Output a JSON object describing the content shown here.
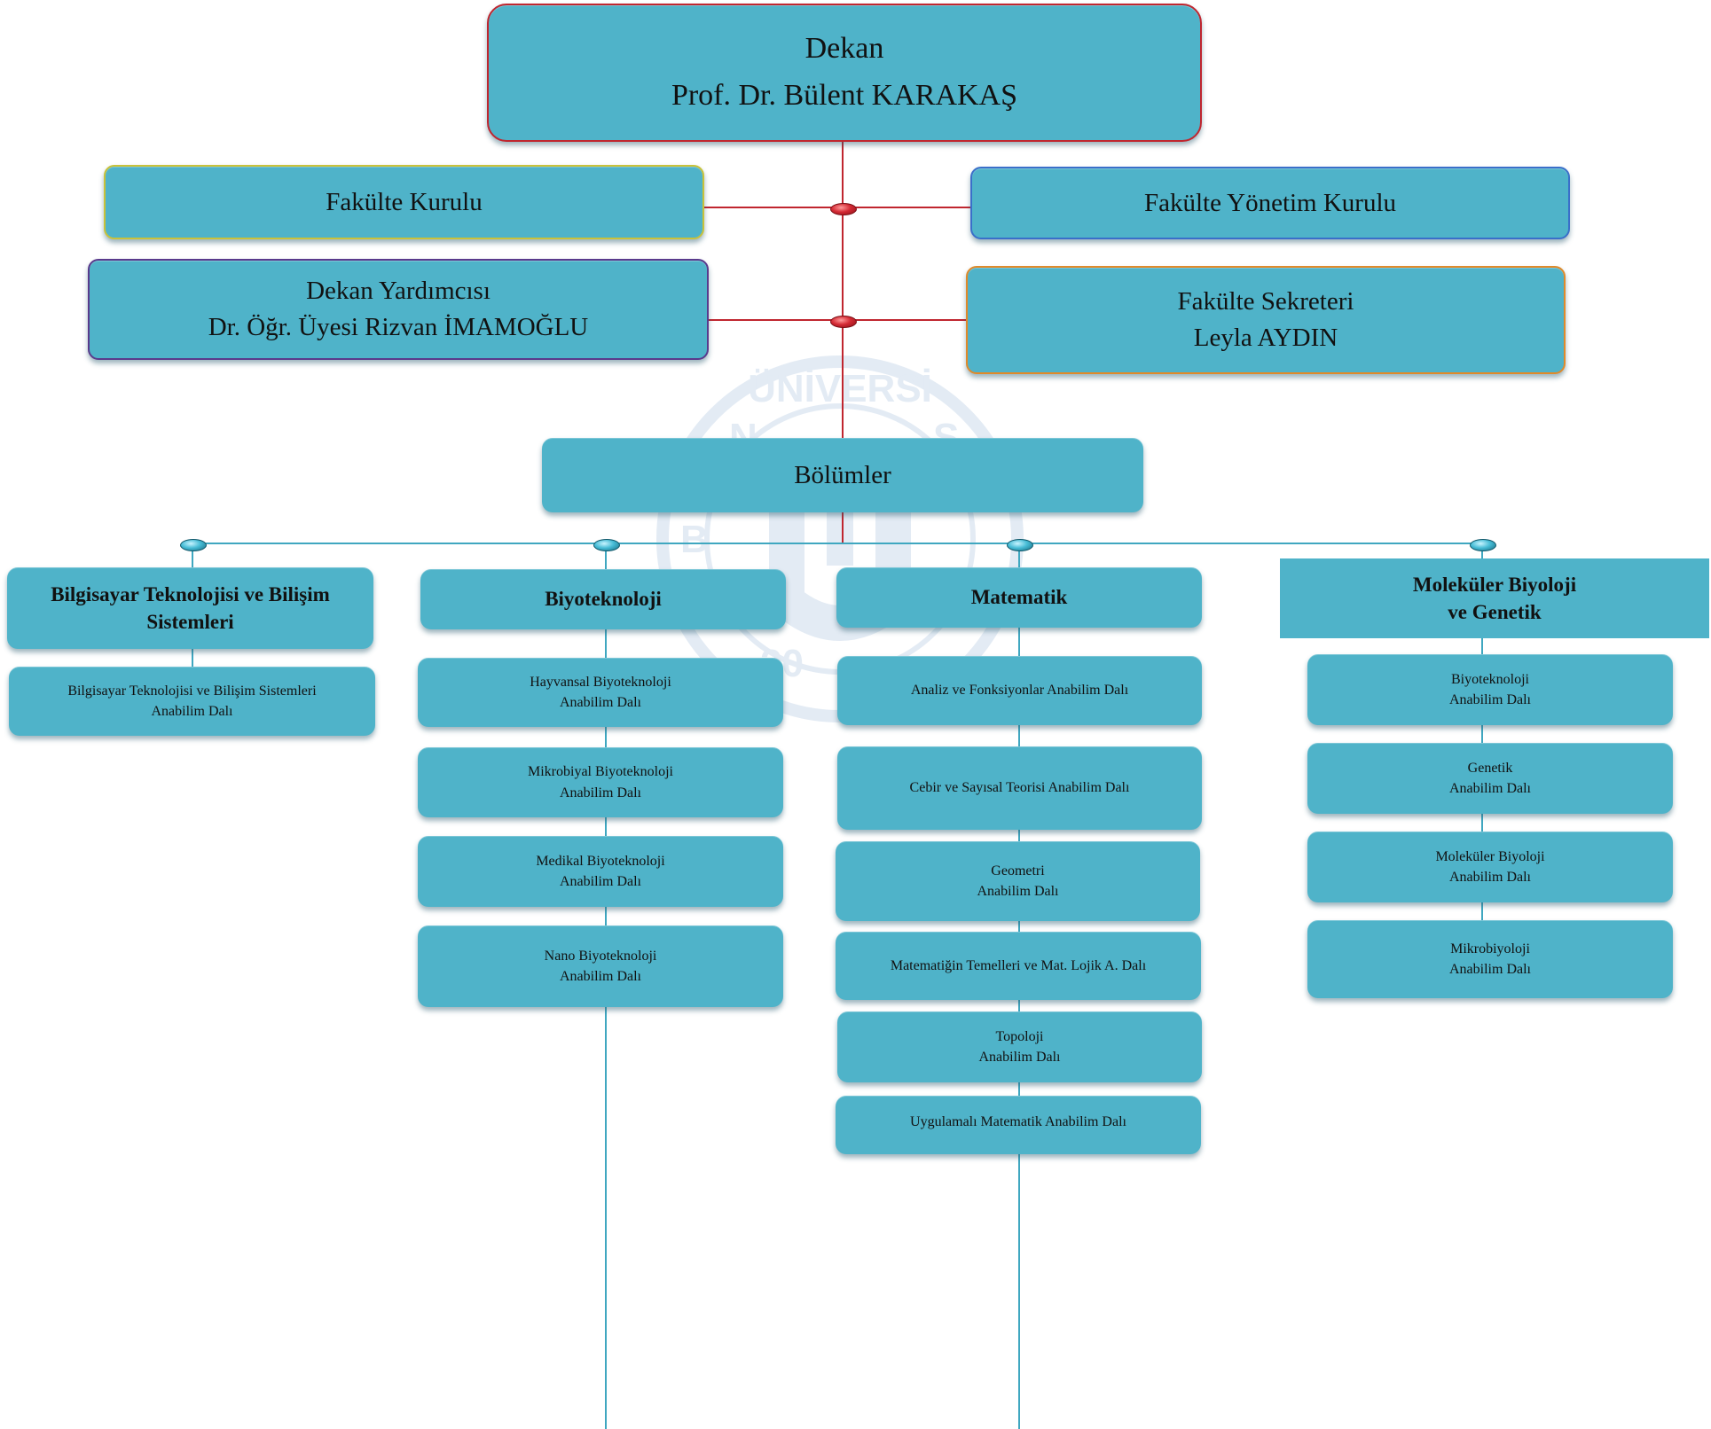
{
  "dean": {
    "title": "Dekan",
    "name": "Prof. Dr. Bülent KARAKAŞ"
  },
  "faculty_board": "Fakülte Kurulu",
  "executive_board": "Fakülte Yönetim Kurulu",
  "vice_dean": {
    "title": "Dekan Yardımcısı",
    "name": "Dr. Öğr. Üyesi Rizvan İMAMOĞLU"
  },
  "secretary": {
    "title": "Fakülte Sekreteri",
    "name": "Leyla AYDIN"
  },
  "departments_label": "Bölümler",
  "watermark": {
    "top_text": "ÜNİVERSİ",
    "partial_left": "N",
    "partial_right": "S",
    "year_text": "20",
    "letter_B": "B"
  },
  "departments": [
    {
      "name_line1": "Bilgisayar Teknolojisi ve Bilişim",
      "name_line2": "Sistemleri",
      "units": [
        {
          "line1": "Bilgisayar Teknolojisi ve Bilişim Sistemleri",
          "line2": "Anabilim Dalı"
        }
      ]
    },
    {
      "name_line1": "Biyoteknoloji",
      "name_line2": "",
      "units": [
        {
          "line1": "Hayvansal Biyoteknoloji",
          "line2": "Anabilim Dalı"
        },
        {
          "line1": "Mikrobiyal Biyoteknoloji",
          "line2": "Anabilim Dalı"
        },
        {
          "line1": "Medikal Biyoteknoloji",
          "line2": "Anabilim Dalı"
        },
        {
          "line1": "Nano Biyoteknoloji",
          "line2": "Anabilim Dalı"
        }
      ]
    },
    {
      "name_line1": "Matematik",
      "name_line2": "",
      "units": [
        {
          "line1": "Analiz ve Fonksiyonlar Anabilim Dalı",
          "line2": ""
        },
        {
          "line1": "Cebir ve Sayısal Teorisi Anabilim Dalı",
          "line2": ""
        },
        {
          "line1": "Geometri",
          "line2": "Anabilim Dalı"
        },
        {
          "line1": "Matematiğin Temelleri ve Mat. Lojik A. Dalı",
          "line2": ""
        },
        {
          "line1": "Topoloji",
          "line2": "Anabilim Dalı"
        },
        {
          "line1": "Uygulamalı Matematik Anabilim Dalı",
          "line2": ""
        }
      ]
    },
    {
      "name_line1": "Moleküler Biyoloji",
      "name_line2": "ve Genetik",
      "units": [
        {
          "line1": "Biyoteknoloji",
          "line2": "Anabilim Dalı"
        },
        {
          "line1": "Genetik",
          "line2": "Anabilim Dalı"
        },
        {
          "line1": "Moleküler Biyoloji",
          "line2": "Anabilim Dalı"
        },
        {
          "line1": "Mikrobiyoloji",
          "line2": "Anabilim Dalı"
        }
      ]
    }
  ],
  "colors": {
    "box_fill": "#4fb3c9",
    "dean_border": "#c0262f",
    "faculty_board_border": "#c9c23a",
    "executive_board_border": "#3a6fc9",
    "vice_dean_border": "#5a3a8c",
    "secretary_border": "#e08a2a",
    "top_connector": "#c0262f",
    "bottom_connector": "#3fa7c0"
  }
}
